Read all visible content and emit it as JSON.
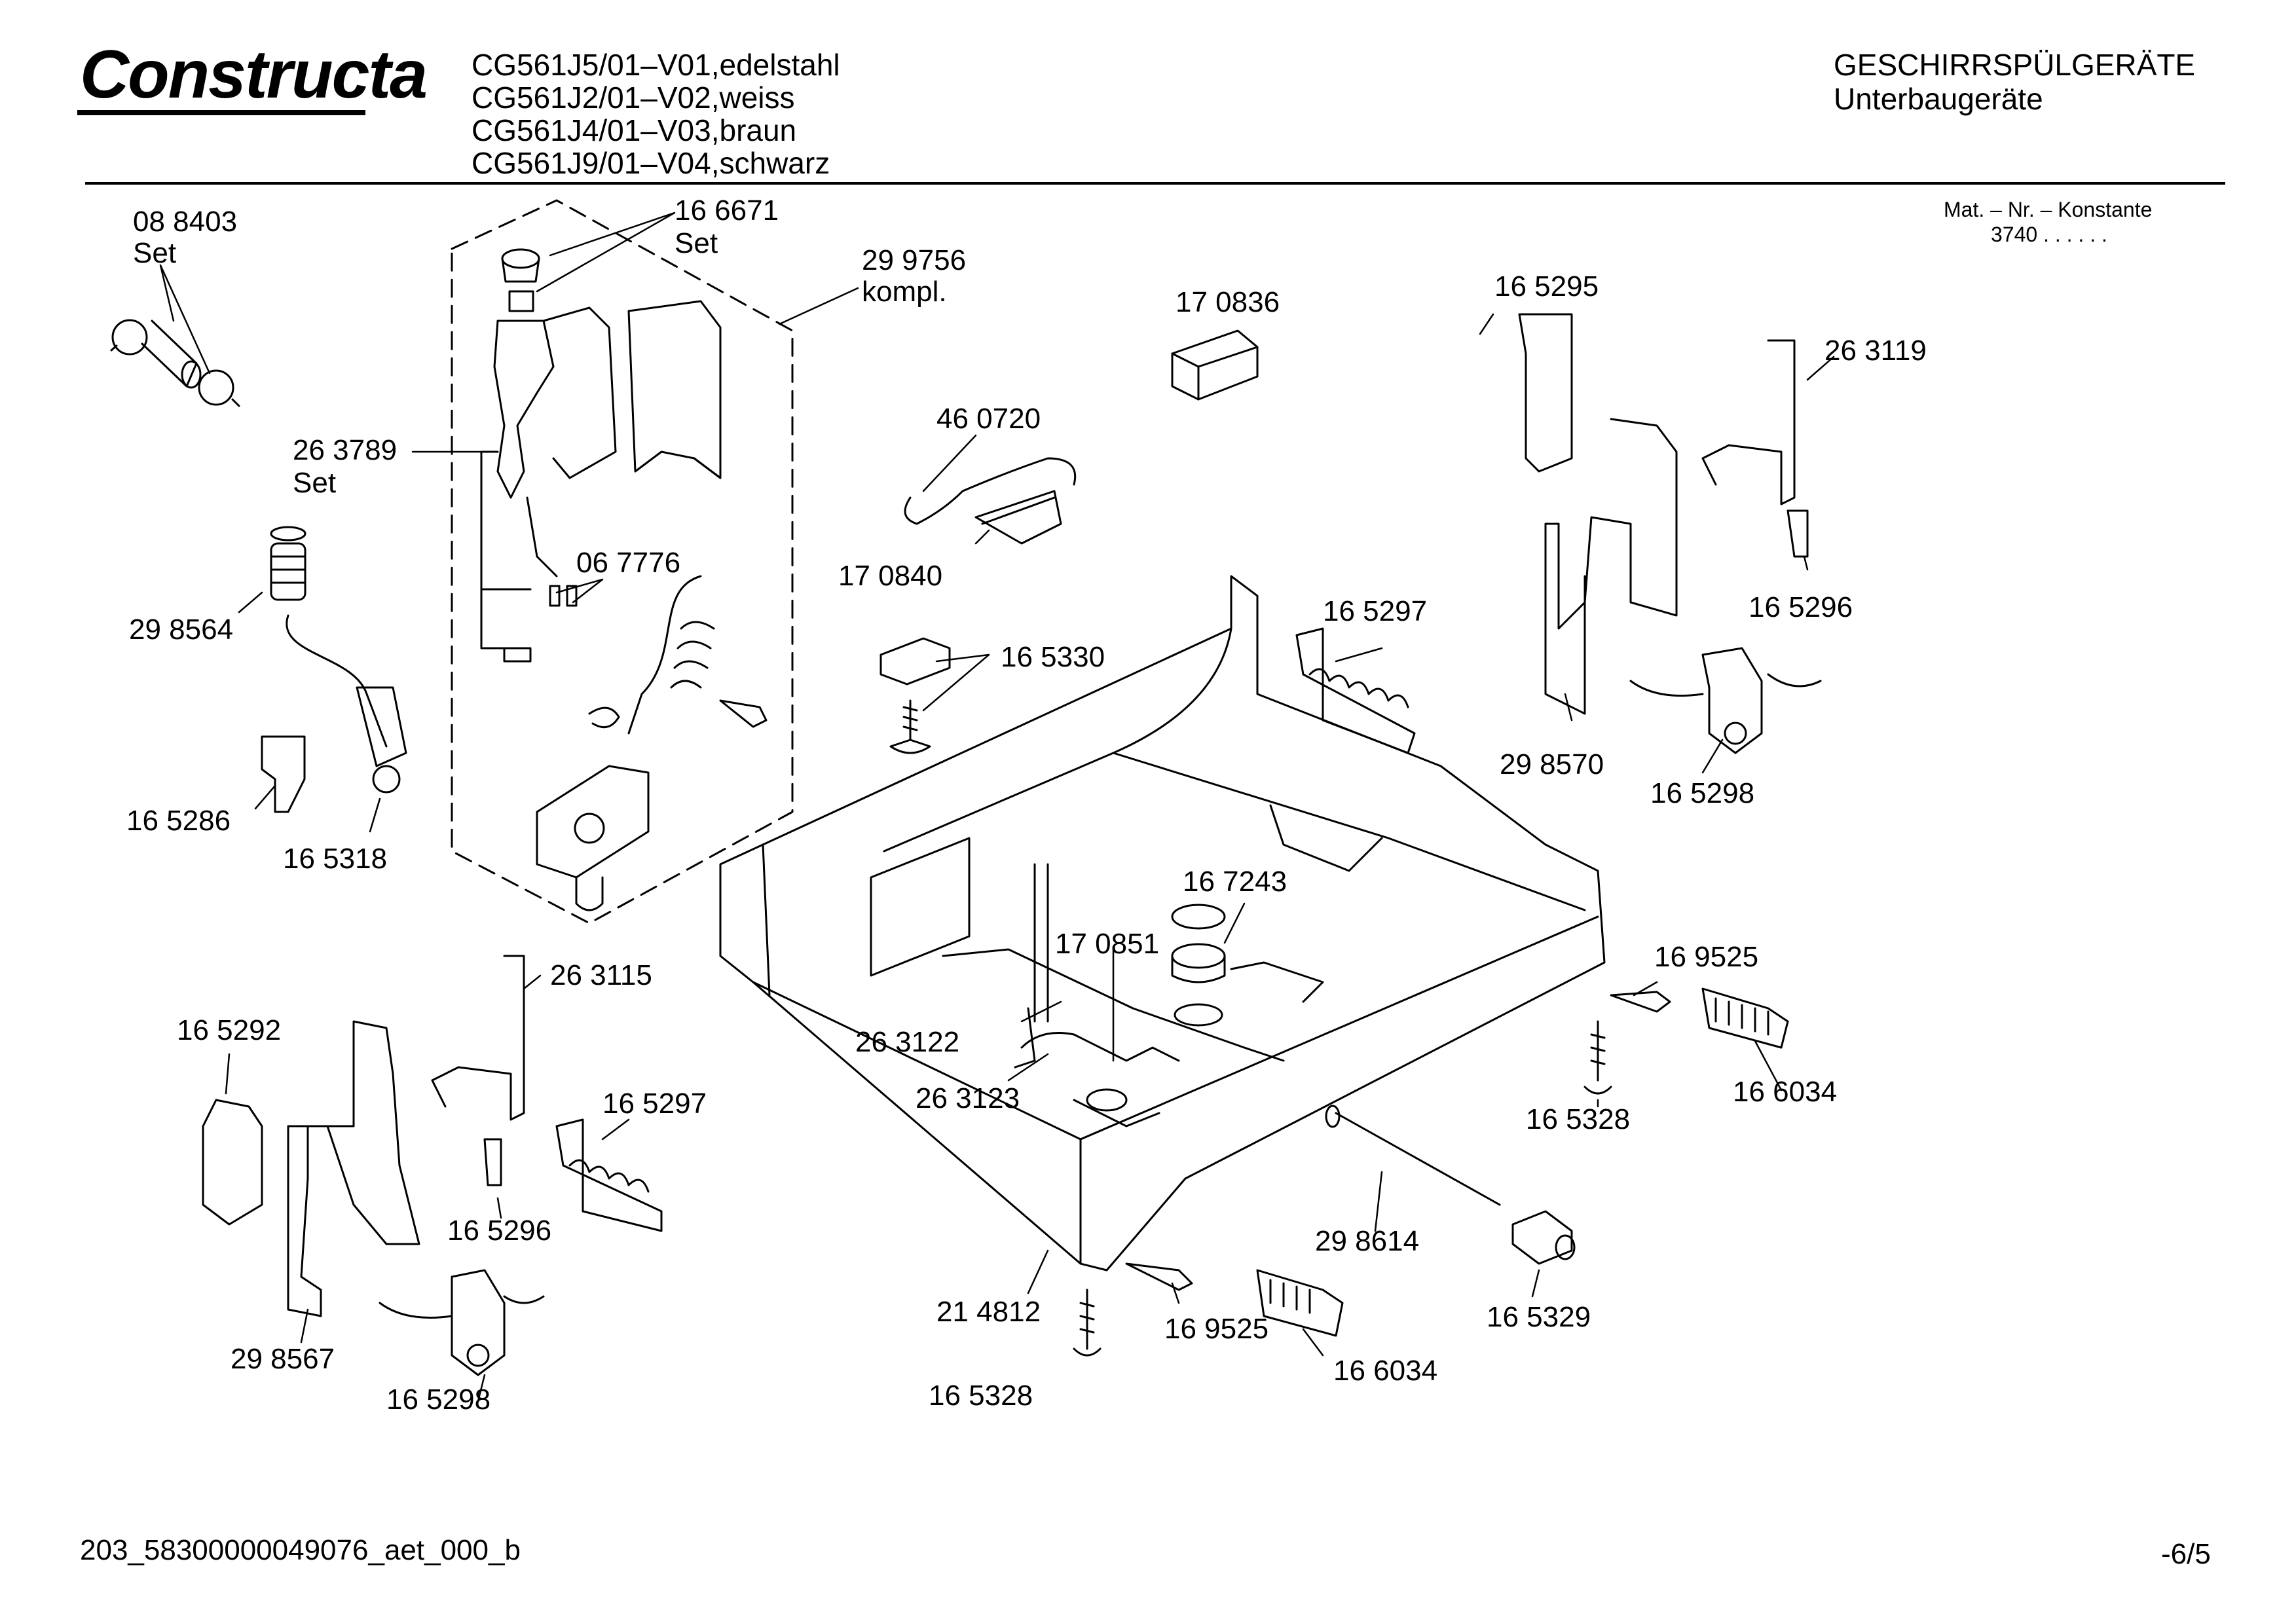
{
  "header": {
    "logo": "Constructa",
    "models": [
      "CG561J5/01–V01,edelstahl",
      "CG561J2/01–V02,weiss",
      "CG561J4/01–V03,braun",
      "CG561J9/01–V04,schwarz"
    ],
    "category": "GESCHIRRSPÜLGERÄTE",
    "subcategory": "Unterbaugeräte",
    "mat_nr_label": "Mat. – Nr. – Konstante",
    "mat_nr_value": "3740 .  .  .  .  .  ."
  },
  "parts": [
    {
      "text": "08 8403"
    },
    {
      "text": "Set"
    },
    {
      "text": "16 6671"
    },
    {
      "text": "Set"
    },
    {
      "text": "29 9756"
    },
    {
      "text": "kompl."
    },
    {
      "text": "17 0836"
    },
    {
      "text": "16 5295"
    },
    {
      "text": "26 3119"
    },
    {
      "text": "46 0720"
    },
    {
      "text": "26 3789"
    },
    {
      "text": "Set"
    },
    {
      "text": "17 0840"
    },
    {
      "text": "06 7776"
    },
    {
      "text": "29 8564"
    },
    {
      "text": "16 5297"
    },
    {
      "text": "16 5296"
    },
    {
      "text": "16 5330"
    },
    {
      "text": "29 8570"
    },
    {
      "text": "16 5298"
    },
    {
      "text": "16 5286"
    },
    {
      "text": "16 5318"
    },
    {
      "text": "16 7243"
    },
    {
      "text": "17 0851"
    },
    {
      "text": "26 3115"
    },
    {
      "text": "16 9525"
    },
    {
      "text": "16 5292"
    },
    {
      "text": "26 3122"
    },
    {
      "text": "26 3123"
    },
    {
      "text": "16 6034"
    },
    {
      "text": "16 5297"
    },
    {
      "text": "16 5328"
    },
    {
      "text": "16 5296"
    },
    {
      "text": "29 8614"
    },
    {
      "text": "29 8567"
    },
    {
      "text": "21 4812"
    },
    {
      "text": "16 5329"
    },
    {
      "text": "16 9525"
    },
    {
      "text": "16 6034"
    },
    {
      "text": "16 5298"
    },
    {
      "text": "16 5328"
    }
  ],
  "footer": {
    "doc_id": "203_58300000049076_aet_000_b",
    "page": "-6/5"
  }
}
